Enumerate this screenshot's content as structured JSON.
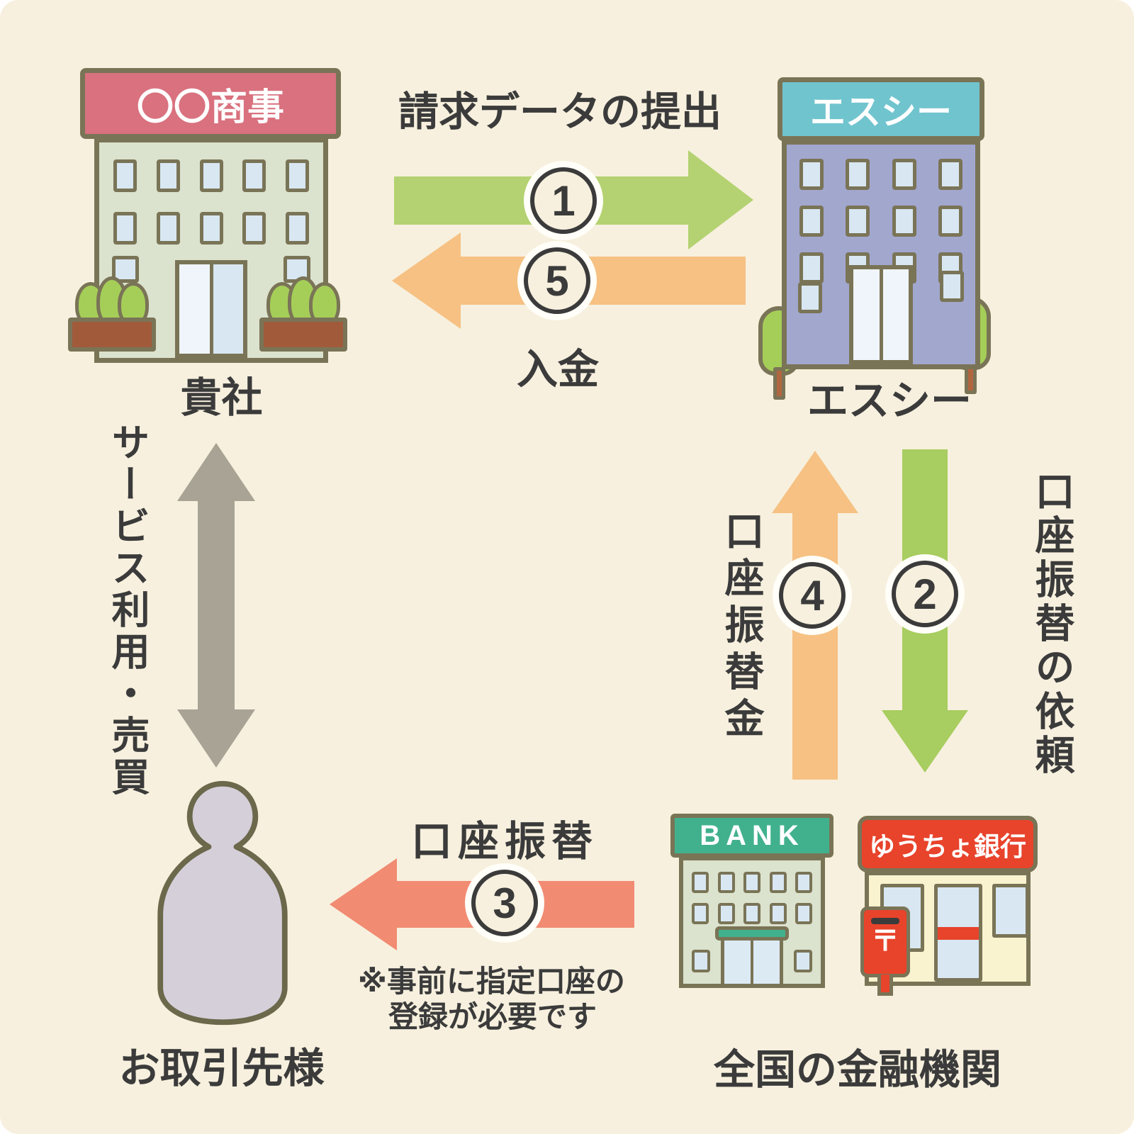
{
  "nodes": {
    "your_company": {
      "sign": "〇〇商事",
      "label": "貴社"
    },
    "sc_company": {
      "sign": "エスシー",
      "label": "エスシー"
    },
    "client": {
      "label": "お取引先様"
    },
    "financial": {
      "label": "全国の金融機関",
      "bank_sign": "BANK",
      "yucho_sign": "ゆうちょ銀行",
      "postbox_mark": "〒"
    }
  },
  "flows": {
    "submit_billing": {
      "step": "1",
      "label": "請求データの提出"
    },
    "transfer_request": {
      "step": "2",
      "label": "口座振替の依頼"
    },
    "account_transfer": {
      "step": "3",
      "label": "口座振替",
      "note_line1": "※事前に指定口座の",
      "note_line2": "登録が必要です"
    },
    "transfer_funds": {
      "step": "4",
      "label": "口座振替金"
    },
    "deposit": {
      "step": "5",
      "label": "入金"
    },
    "service": {
      "label": "サービス利用・売買"
    }
  },
  "colors": {
    "background": "#F7F0DE",
    "text": "#3B3B3B",
    "outline": "#7A7457",
    "green_arrow": "#B4D271",
    "green_arrow_dark": "#A8CD60",
    "orange_arrow": "#F6C183",
    "salmon_arrow": "#F18B72",
    "gray_arrow": "#A8A394",
    "sign_pink": "#D9717F",
    "sign_teal": "#70C4CE",
    "sign_emerald": "#41B18D",
    "sign_red": "#E8432B",
    "building_sage": "#DBE2CD",
    "building_periwinkle": "#A2A7CE",
    "building_cream": "#FAF3CF",
    "window_blue": "#D8E7F2",
    "person_fill": "#D5CFDA",
    "bush_green": "#A5CE58",
    "planter_brown": "#A15B3B"
  }
}
